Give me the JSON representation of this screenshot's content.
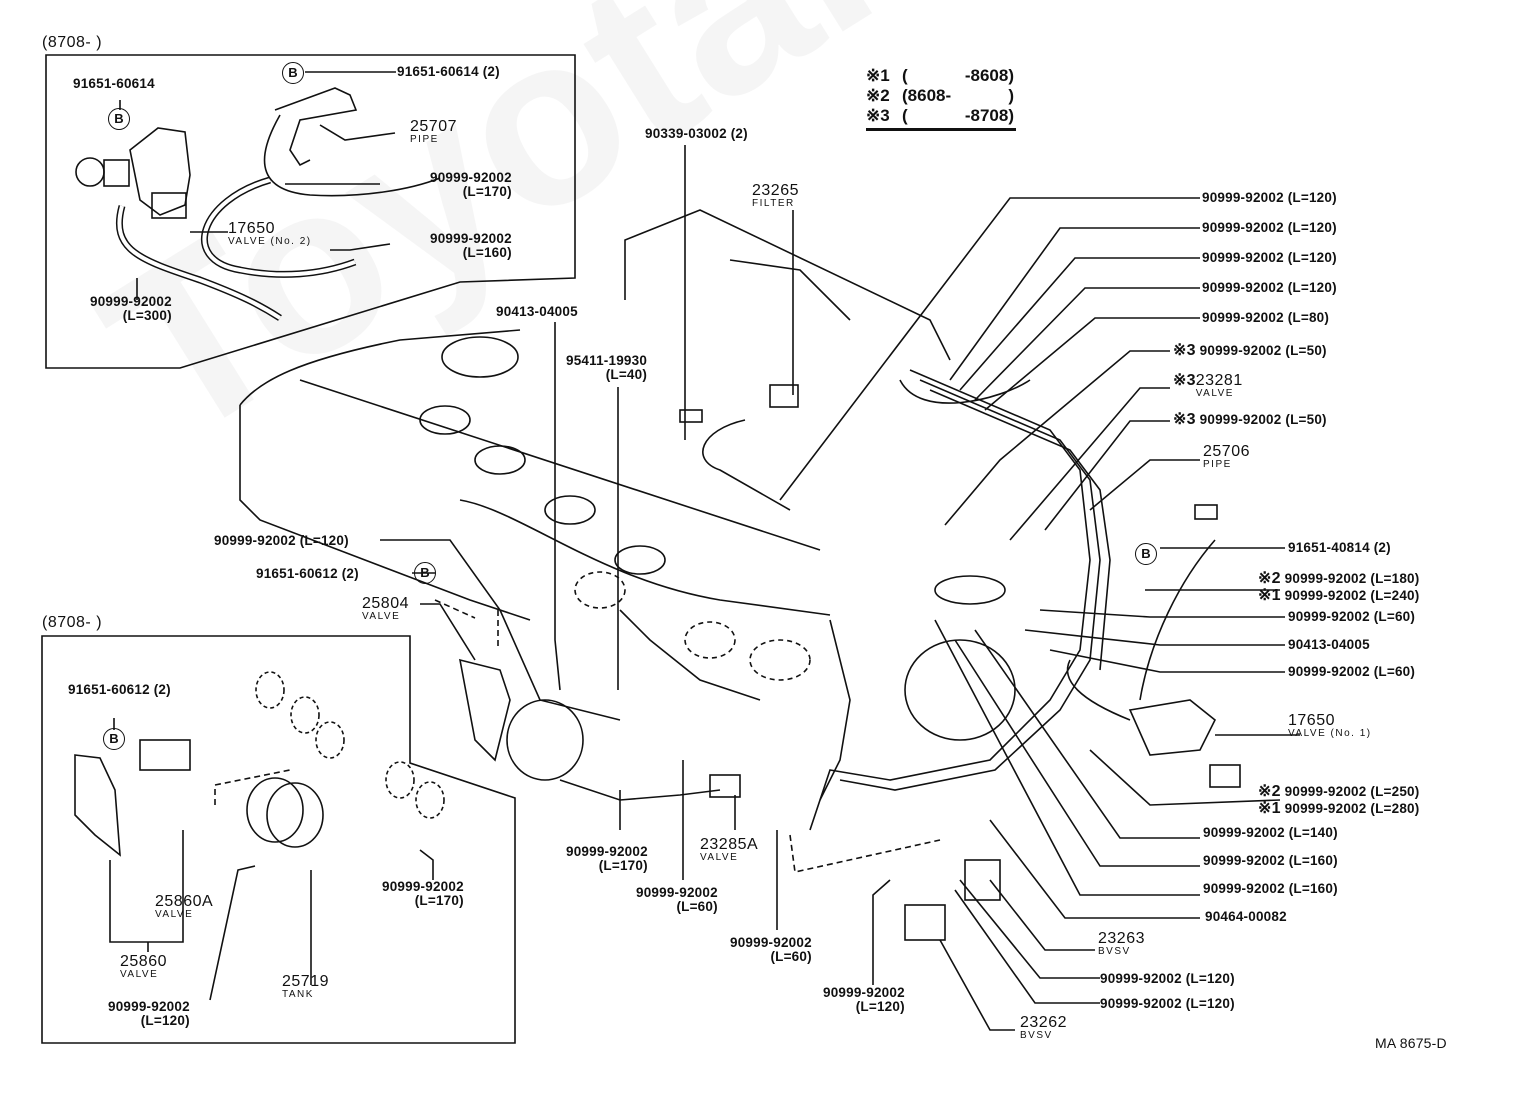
{
  "diagram": {
    "code": "MA 8675-D",
    "watermark": "ToyotaPartsOnline.ru",
    "legend": [
      {
        "mark": "※1",
        "from": "",
        "to": "-8608"
      },
      {
        "mark": "※2",
        "from": "8608-",
        "to": ""
      },
      {
        "mark": "※3",
        "from": "",
        "to": "-8708"
      }
    ],
    "insets": {
      "top": {
        "period": "(8708-        )",
        "labels": {
          "clip_b_left": "91651-60614",
          "clip_b_right": "91651-60614 (2)",
          "pipe_no": "25707",
          "pipe_name": "PIPE",
          "hose_170_no": "90999-92002",
          "hose_170_len": "(L=170)",
          "valve_no": "17650",
          "valve_name": "VALVE (No. 2)",
          "hose_160_no": "90999-92002",
          "hose_160_len": "(L=160)",
          "hose_300_no": "90999-92002",
          "hose_300_len": "(L=300)"
        }
      },
      "bottom": {
        "period": "(8708-        )",
        "labels": {
          "clip_b": "91651-60612 (2)",
          "valve_a_no": "25860A",
          "valve_a_name": "VALVE",
          "valve_no": "25860",
          "valve_name": "VALVE",
          "hose_120_no": "90999-92002",
          "hose_120_len": "(L=120)",
          "tank_no": "25719",
          "tank_name": "TANK",
          "hose_170_no": "90999-92002",
          "hose_170_len": "(L=170)"
        }
      }
    },
    "center": {
      "bolt": "90339-03002 (2)",
      "filter_no": "23265",
      "filter_name": "FILTER",
      "clip_90413_top": "90413-04005",
      "hose_95411_no": "95411-19930",
      "hose_95411_len": "(L=40)",
      "hose_left_120": "90999-92002 (L=120)",
      "clip_b_60612": "91651-60612 (2)",
      "valve_25804_no": "25804",
      "valve_25804_name": "VALVE",
      "hose_170_no": "90999-92002",
      "hose_170_len": "(L=170)",
      "hose_60a_no": "90999-92002",
      "hose_60a_len": "(L=60)",
      "valve_23285a_no": "23285A",
      "valve_23285a_name": "VALVE",
      "hose_60b_no": "90999-92002",
      "hose_60b_len": "(L=60)",
      "hose_120c_no": "90999-92002",
      "hose_120c_len": "(L=120)",
      "bvsv_23262_no": "23262",
      "bvsv_23262_name": "BVSV"
    },
    "right_callouts": [
      {
        "mark": "",
        "text": "90999-92002 (L=120)"
      },
      {
        "mark": "",
        "text": "90999-92002 (L=120)"
      },
      {
        "mark": "",
        "text": "90999-92002 (L=120)"
      },
      {
        "mark": "",
        "text": "90999-92002 (L=120)"
      },
      {
        "mark": "",
        "text": "90999-92002 (L=80)"
      },
      {
        "mark": "※3",
        "text": "90999-92002 (L=50)"
      },
      {
        "mark": "※3",
        "text": "23281",
        "sub": "VALVE"
      },
      {
        "mark": "※3",
        "text": "90999-92002 (L=50)"
      },
      {
        "mark": "",
        "text": "25706",
        "sub": "PIPE"
      },
      {
        "mark": "",
        "text": "91651-40814 (2)"
      },
      {
        "mark": "※2",
        "text": "90999-92002 (L=180)"
      },
      {
        "mark": "※1",
        "text": "90999-92002 (L=240)"
      },
      {
        "mark": "",
        "text": "90999-92002 (L=60)"
      },
      {
        "mark": "",
        "text": "90413-04005"
      },
      {
        "mark": "",
        "text": "90999-92002 (L=60)"
      },
      {
        "mark": "",
        "text": "17650",
        "sub": "VALVE (No. 1)"
      },
      {
        "mark": "※2",
        "text": "90999-92002 (L=250)"
      },
      {
        "mark": "※1",
        "text": "90999-92002 (L=280)"
      },
      {
        "mark": "",
        "text": "90999-92002 (L=140)"
      },
      {
        "mark": "",
        "text": "90999-92002 (L=160)"
      },
      {
        "mark": "",
        "text": "90999-92002 (L=160)"
      },
      {
        "mark": "",
        "text": "90464-00082"
      },
      {
        "mark": "",
        "text": "23263",
        "sub": "BVSV"
      },
      {
        "mark": "",
        "text": "90999-92002 (L=120)"
      },
      {
        "mark": "",
        "text": "90999-92002 (L=120)"
      }
    ],
    "b_symbol": "B"
  }
}
